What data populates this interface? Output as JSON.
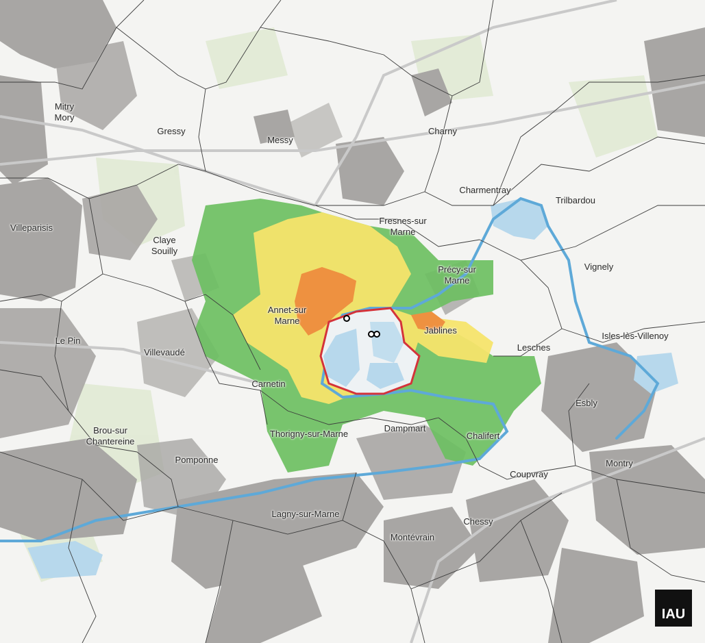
{
  "map": {
    "communes": [
      {
        "id": "mitry-mory",
        "label": "Mitry\nMory"
      },
      {
        "id": "gressy",
        "label": "Gressy"
      },
      {
        "id": "messy",
        "label": "Messy"
      },
      {
        "id": "charny",
        "label": "Charny"
      },
      {
        "id": "charmentray",
        "label": "Charmentray"
      },
      {
        "id": "trilbardou",
        "label": "Trilbardou"
      },
      {
        "id": "villeparisis",
        "label": "Villeparisis"
      },
      {
        "id": "claye-souilly",
        "label": "Claye\nSouilly"
      },
      {
        "id": "fresnes-sur-marne",
        "label": "Fresnes-sur\nMarne"
      },
      {
        "id": "precy-sur-marne",
        "label": "Précy-sur\nMarne"
      },
      {
        "id": "vignely",
        "label": "Vignely"
      },
      {
        "id": "annet-sur-marne",
        "label": "Annet-sur\nMarne"
      },
      {
        "id": "jablines",
        "label": "Jablines"
      },
      {
        "id": "isles-les-villenoy",
        "label": "Isles-lès-Villenoy"
      },
      {
        "id": "le-pin",
        "label": "Le Pin"
      },
      {
        "id": "villevaude",
        "label": "Villevaudé"
      },
      {
        "id": "lesches",
        "label": "Lesches"
      },
      {
        "id": "carnetin",
        "label": "Carnetin"
      },
      {
        "id": "esbly",
        "label": "Esbly"
      },
      {
        "id": "brou-sur-chantereine",
        "label": "Brou-sur\nChantereine"
      },
      {
        "id": "thorigny-sur-marne",
        "label": "Thorigny-sur-Marne"
      },
      {
        "id": "dampmart",
        "label": "Dampmart"
      },
      {
        "id": "chalifert",
        "label": "Chalifert"
      },
      {
        "id": "pomponne",
        "label": "Pomponne"
      },
      {
        "id": "montry",
        "label": "Montry"
      },
      {
        "id": "coupvray",
        "label": "Coupvray"
      },
      {
        "id": "lagny-sur-marne",
        "label": "Lagny-sur-Marne"
      },
      {
        "id": "chessy",
        "label": "Chessy"
      },
      {
        "id": "montevrain",
        "label": "Montévrain"
      }
    ],
    "logo": "IAU",
    "colors": {
      "background": "#f4f4f2",
      "urban": "#a8a6a4",
      "vegetation": "#dfe9d2",
      "water": "#b7d8ec",
      "river": "#5ea9d8",
      "zone_green": "#6cbf62",
      "zone_yellow": "#f6e46b",
      "zone_orange": "#ee9140",
      "site_outline": "#d4333a",
      "commune_border": "#3c3c3c",
      "road": "#c9c9c9"
    }
  }
}
